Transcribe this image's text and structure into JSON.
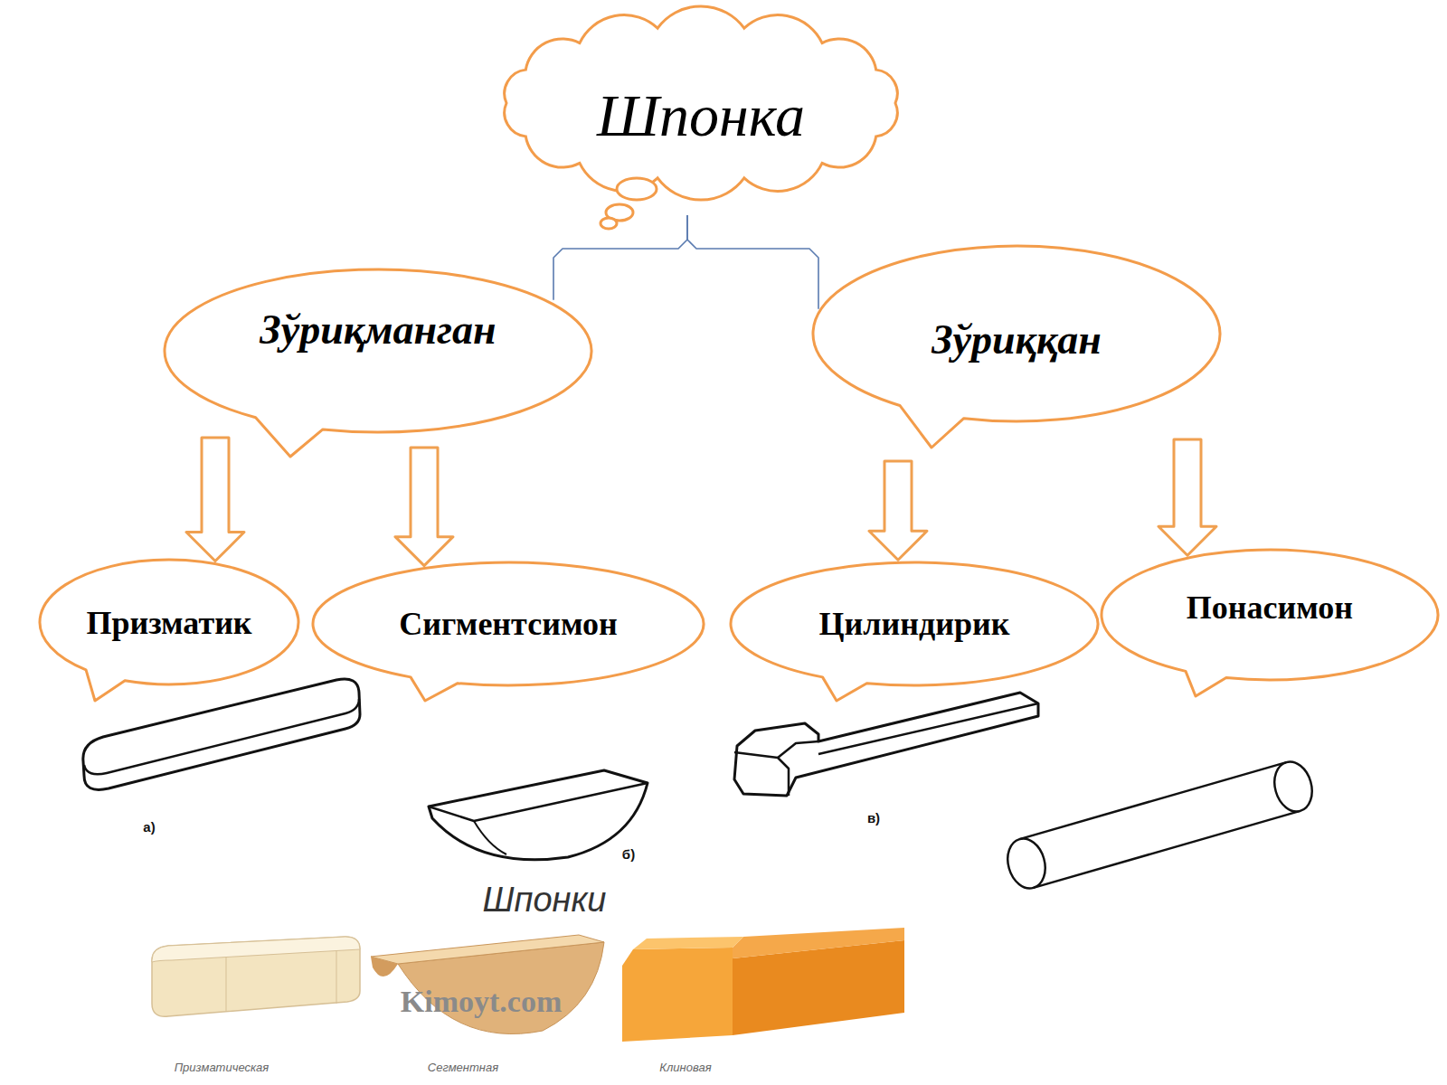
{
  "diagram": {
    "nodes": [
      {
        "text": [
          "Шпонка"
        ]
      },
      {
        "text": [
          "Зўриқманган"
        ]
      },
      {
        "text": [
          "Зўриққан"
        ]
      },
      {
        "text": [
          "Призматик"
        ]
      },
      {
        "text": [
          "Сигментсимон"
        ]
      },
      {
        "text": [
          "Цилиндирик"
        ]
      },
      {
        "text": [
          "Понасимон"
        ]
      }
    ],
    "edges": [
      {
        "from": 0,
        "to": 1,
        "arrow": "none"
      },
      {
        "from": 0,
        "to": 2,
        "arrow": "none"
      },
      {
        "from": 1,
        "to": 3,
        "arrow": "to"
      },
      {
        "from": 1,
        "to": 4,
        "arrow": "to"
      },
      {
        "from": 2,
        "to": 5,
        "arrow": "to"
      },
      {
        "from": 2,
        "to": 6,
        "arrow": "to"
      }
    ],
    "labels": [
      "а)",
      "б)",
      "в)",
      "Шпонки",
      "Kimoyt.com",
      "Призматическая",
      "Сегментная",
      "Клиновая"
    ]
  }
}
